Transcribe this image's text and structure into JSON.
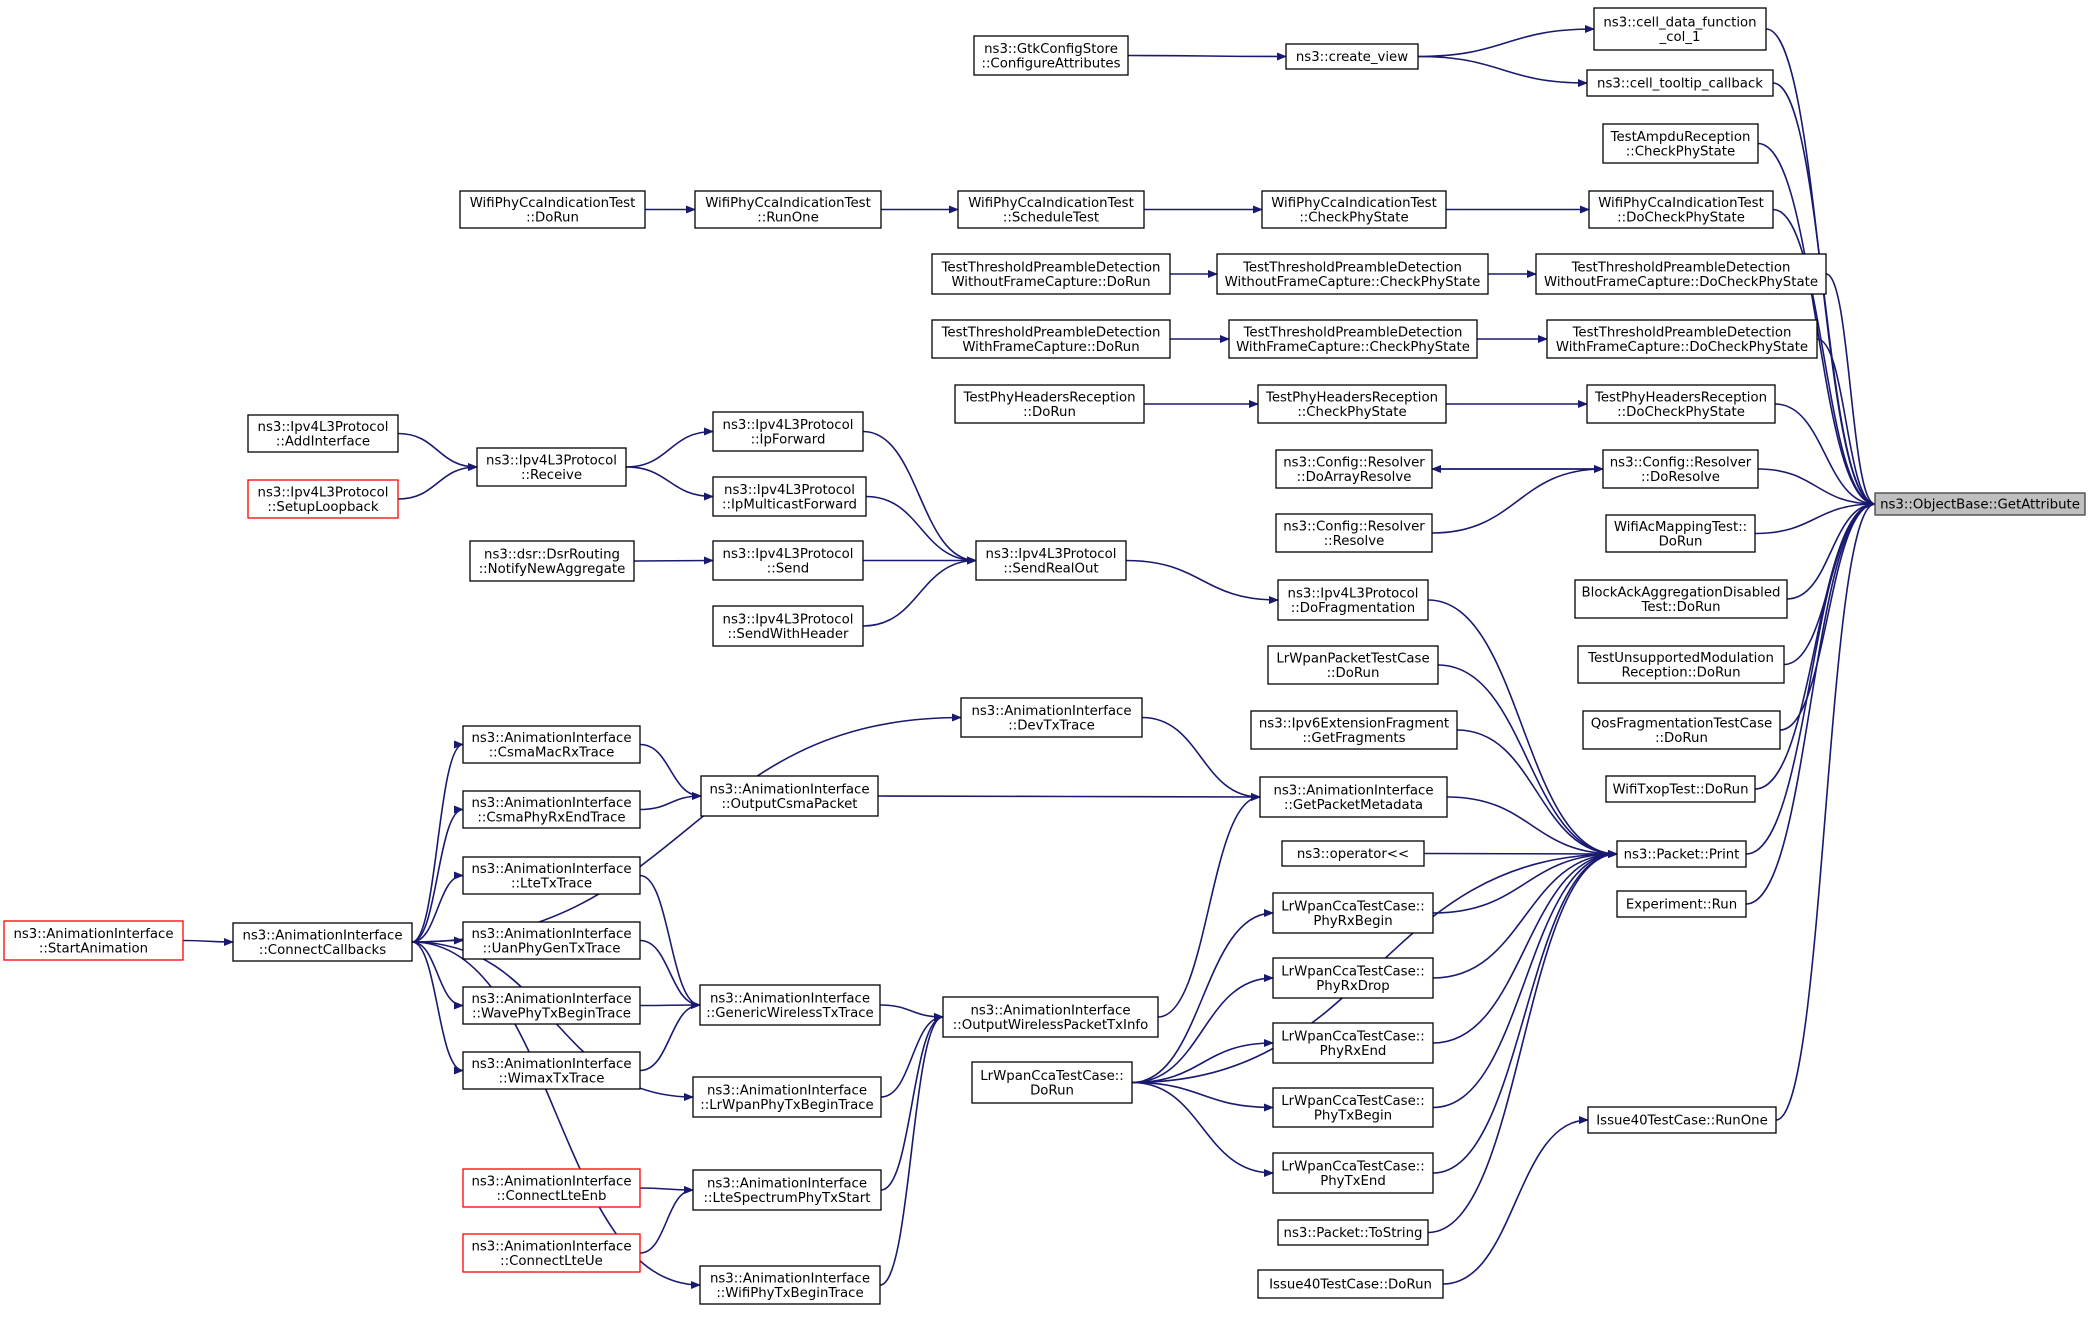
{
  "nodes": [
    {
      "id": "target",
      "lines": [
        "ns3::ObjectBase::GetAttribute"
      ],
      "style": "focus"
    },
    {
      "id": "cell_data",
      "lines": [
        "ns3::cell_data_function",
        "_col_1"
      ]
    },
    {
      "id": "cell_tooltip",
      "lines": [
        "ns3::cell_tooltip_callback"
      ]
    },
    {
      "id": "create_view",
      "lines": [
        "ns3::create_view"
      ]
    },
    {
      "id": "gtk",
      "lines": [
        "ns3::GtkConfigStore",
        "::ConfigureAttributes"
      ]
    },
    {
      "id": "ampdu",
      "lines": [
        "TestAmpduReception",
        "::CheckPhyState"
      ]
    },
    {
      "id": "wcca_docheck",
      "lines": [
        "WifiPhyCcaIndicationTest",
        "::DoCheckPhyState"
      ]
    },
    {
      "id": "wcca_check",
      "lines": [
        "WifiPhyCcaIndicationTest",
        "::CheckPhyState"
      ]
    },
    {
      "id": "wcca_sched",
      "lines": [
        "WifiPhyCcaIndicationTest",
        "::ScheduleTest"
      ]
    },
    {
      "id": "wcca_runone",
      "lines": [
        "WifiPhyCcaIndicationTest",
        "::RunOne"
      ]
    },
    {
      "id": "wcca_dorun",
      "lines": [
        "WifiPhyCcaIndicationTest",
        "::DoRun"
      ]
    },
    {
      "id": "tpd_wo_docheck",
      "lines": [
        "TestThresholdPreambleDetection",
        "WithoutFrameCapture::DoCheckPhyState"
      ]
    },
    {
      "id": "tpd_wo_check",
      "lines": [
        "TestThresholdPreambleDetection",
        "WithoutFrameCapture::CheckPhyState"
      ]
    },
    {
      "id": "tpd_wo_dorun",
      "lines": [
        "TestThresholdPreambleDetection",
        "WithoutFrameCapture::DoRun"
      ]
    },
    {
      "id": "tpd_w_docheck",
      "lines": [
        "TestThresholdPreambleDetection",
        "WithFrameCapture::DoCheckPhyState"
      ]
    },
    {
      "id": "tpd_w_check",
      "lines": [
        "TestThresholdPreambleDetection",
        "WithFrameCapture::CheckPhyState"
      ]
    },
    {
      "id": "tpd_w_dorun",
      "lines": [
        "TestThresholdPreambleDetection",
        "WithFrameCapture::DoRun"
      ]
    },
    {
      "id": "tphr_docheck",
      "lines": [
        "TestPhyHeadersReception",
        "::DoCheckPhyState"
      ]
    },
    {
      "id": "tphr_check",
      "lines": [
        "TestPhyHeadersReception",
        "::CheckPhyState"
      ]
    },
    {
      "id": "tphr_dorun",
      "lines": [
        "TestPhyHeadersReception",
        "::DoRun"
      ]
    },
    {
      "id": "cfg_doresolve",
      "lines": [
        "ns3::Config::Resolver",
        "::DoResolve"
      ]
    },
    {
      "id": "cfg_doarray",
      "lines": [
        "ns3::Config::Resolver",
        "::DoArrayResolve"
      ]
    },
    {
      "id": "cfg_resolve",
      "lines": [
        "ns3::Config::Resolver",
        "::Resolve"
      ]
    },
    {
      "id": "wifiac",
      "lines": [
        "WifiAcMappingTest::",
        "DoRun"
      ]
    },
    {
      "id": "blockack",
      "lines": [
        "BlockAckAggregationDisabled",
        "Test::DoRun"
      ]
    },
    {
      "id": "tunsup",
      "lines": [
        "TestUnsupportedModulation",
        "Reception::DoRun"
      ]
    },
    {
      "id": "qosfrag",
      "lines": [
        "QosFragmentationTestCase",
        "::DoRun"
      ]
    },
    {
      "id": "wifitxop",
      "lines": [
        "WifiTxopTest::DoRun"
      ]
    },
    {
      "id": "pkt_print",
      "lines": [
        "ns3::Packet::Print"
      ]
    },
    {
      "id": "experiment",
      "lines": [
        "Experiment::Run"
      ]
    },
    {
      "id": "issue40_runone",
      "lines": [
        "Issue40TestCase::RunOne"
      ]
    },
    {
      "id": "issue40_dorun",
      "lines": [
        "Issue40TestCase::DoRun"
      ]
    },
    {
      "id": "ipv4_addif",
      "lines": [
        "ns3::Ipv4L3Protocol",
        "::AddInterface"
      ]
    },
    {
      "id": "ipv4_setuplb",
      "lines": [
        "ns3::Ipv4L3Protocol",
        "::SetupLoopback"
      ],
      "style": "red"
    },
    {
      "id": "ipv4_receive",
      "lines": [
        "ns3::Ipv4L3Protocol",
        "::Receive"
      ]
    },
    {
      "id": "ipv4_ipfwd",
      "lines": [
        "ns3::Ipv4L3Protocol",
        "::IpForward"
      ]
    },
    {
      "id": "ipv4_ipmcast",
      "lines": [
        "ns3::Ipv4L3Protocol",
        "::IpMulticastForward"
      ]
    },
    {
      "id": "dsr",
      "lines": [
        "ns3::dsr::DsrRouting",
        "::NotifyNewAggregate"
      ]
    },
    {
      "id": "ipv4_send",
      "lines": [
        "ns3::Ipv4L3Protocol",
        "::Send"
      ]
    },
    {
      "id": "ipv4_sendhdr",
      "lines": [
        "ns3::Ipv4L3Protocol",
        "::SendWithHeader"
      ]
    },
    {
      "id": "ipv4_sendrealout",
      "lines": [
        "ns3::Ipv4L3Protocol",
        "::SendRealOut"
      ]
    },
    {
      "id": "ipv4_dofrag",
      "lines": [
        "ns3::Ipv4L3Protocol",
        "::DoFragmentation"
      ]
    },
    {
      "id": "lrpkt",
      "lines": [
        "LrWpanPacketTestCase",
        "::DoRun"
      ]
    },
    {
      "id": "ipv6frag",
      "lines": [
        "ns3::Ipv6ExtensionFragment",
        "::GetFragments"
      ]
    },
    {
      "id": "getpktmeta",
      "lines": [
        "ns3::AnimationInterface",
        "::GetPacketMetadata"
      ]
    },
    {
      "id": "operator",
      "lines": [
        "ns3::operator<<"
      ]
    },
    {
      "id": "lr_phyrxbegin",
      "lines": [
        "LrWpanCcaTestCase::",
        "PhyRxBegin"
      ]
    },
    {
      "id": "lr_phyrxdrop",
      "lines": [
        "LrWpanCcaTestCase::",
        "PhyRxDrop"
      ]
    },
    {
      "id": "lr_phyrxend",
      "lines": [
        "LrWpanCcaTestCase::",
        "PhyRxEnd"
      ]
    },
    {
      "id": "lr_phytxbegin",
      "lines": [
        "LrWpanCcaTestCase::",
        "PhyTxBegin"
      ]
    },
    {
      "id": "lr_phytxend",
      "lines": [
        "LrWpanCcaTestCase::",
        "PhyTxEnd"
      ]
    },
    {
      "id": "pkt_tostring",
      "lines": [
        "ns3::Packet::ToString"
      ]
    },
    {
      "id": "lrcca_dorun",
      "lines": [
        "LrWpanCcaTestCase::",
        "DoRun"
      ]
    },
    {
      "id": "ai_devtx",
      "lines": [
        "ns3::AnimationInterface",
        "::DevTxTrace"
      ]
    },
    {
      "id": "ai_csmamacrx",
      "lines": [
        "ns3::AnimationInterface",
        "::CsmaMacRxTrace"
      ]
    },
    {
      "id": "ai_csmaphyrx",
      "lines": [
        "ns3::AnimationInterface",
        "::CsmaPhyRxEndTrace"
      ]
    },
    {
      "id": "ai_outcsma",
      "lines": [
        "ns3::AnimationInterface",
        "::OutputCsmaPacket"
      ]
    },
    {
      "id": "ai_ltetx",
      "lines": [
        "ns3::AnimationInterface",
        "::LteTxTrace"
      ]
    },
    {
      "id": "ai_uantx",
      "lines": [
        "ns3::AnimationInterface",
        "::UanPhyGenTxTrace"
      ]
    },
    {
      "id": "ai_wavetx",
      "lines": [
        "ns3::AnimationInterface",
        "::WavePhyTxBeginTrace"
      ]
    },
    {
      "id": "ai_wimaxtx",
      "lines": [
        "ns3::AnimationInterface",
        "::WimaxTxTrace"
      ]
    },
    {
      "id": "ai_genwl",
      "lines": [
        "ns3::AnimationInterface",
        "::GenericWirelessTxTrace"
      ]
    },
    {
      "id": "ai_outwl",
      "lines": [
        "ns3::AnimationInterface",
        "::OutputWirelessPacketTxInfo"
      ]
    },
    {
      "id": "ai_lrwpantx",
      "lines": [
        "ns3::AnimationInterface",
        "::LrWpanPhyTxBeginTrace"
      ]
    },
    {
      "id": "ai_connlteenb",
      "lines": [
        "ns3::AnimationInterface",
        "::ConnectLteEnb"
      ],
      "style": "red"
    },
    {
      "id": "ai_connlteue",
      "lines": [
        "ns3::AnimationInterface",
        "::ConnectLteUe"
      ],
      "style": "red"
    },
    {
      "id": "ai_ltespec",
      "lines": [
        "ns3::AnimationInterface",
        "::LteSpectrumPhyTxStart"
      ]
    },
    {
      "id": "ai_wifitx",
      "lines": [
        "ns3::AnimationInterface",
        "::WifiPhyTxBeginTrace"
      ]
    },
    {
      "id": "ai_conncb",
      "lines": [
        "ns3::AnimationInterface",
        "::ConnectCallbacks"
      ]
    },
    {
      "id": "ai_startanim",
      "lines": [
        "ns3::AnimationInterface",
        "::StartAnimation"
      ],
      "style": "red"
    }
  ],
  "edges": [
    [
      "cell_data",
      "target"
    ],
    [
      "cell_tooltip",
      "target"
    ],
    [
      "ampdu",
      "target"
    ],
    [
      "wcca_docheck",
      "target"
    ],
    [
      "tpd_wo_docheck",
      "target"
    ],
    [
      "tpd_w_docheck",
      "target"
    ],
    [
      "tphr_docheck",
      "target"
    ],
    [
      "cfg_doresolve",
      "target"
    ],
    [
      "wifiac",
      "target"
    ],
    [
      "blockack",
      "target"
    ],
    [
      "tunsup",
      "target"
    ],
    [
      "qosfrag",
      "target"
    ],
    [
      "wifitxop",
      "target"
    ],
    [
      "pkt_print",
      "target"
    ],
    [
      "experiment",
      "target"
    ],
    [
      "issue40_runone",
      "target"
    ],
    [
      "create_view",
      "cell_data"
    ],
    [
      "create_view",
      "cell_tooltip"
    ],
    [
      "gtk",
      "create_view"
    ],
    [
      "wcca_check",
      "wcca_docheck"
    ],
    [
      "wcca_sched",
      "wcca_check"
    ],
    [
      "wcca_runone",
      "wcca_sched"
    ],
    [
      "wcca_dorun",
      "wcca_runone"
    ],
    [
      "tpd_wo_check",
      "tpd_wo_docheck"
    ],
    [
      "tpd_wo_dorun",
      "tpd_wo_check"
    ],
    [
      "tpd_w_check",
      "tpd_w_docheck"
    ],
    [
      "tpd_w_dorun",
      "tpd_w_check"
    ],
    [
      "tphr_check",
      "tphr_docheck"
    ],
    [
      "tphr_dorun",
      "tphr_check"
    ],
    [
      "cfg_doarray",
      "cfg_doresolve"
    ],
    [
      "cfg_doresolve",
      "cfg_doarray"
    ],
    [
      "cfg_resolve",
      "cfg_doresolve"
    ],
    [
      "issue40_dorun",
      "issue40_runone"
    ],
    [
      "ipv4_dofrag",
      "pkt_print"
    ],
    [
      "lrpkt",
      "pkt_print"
    ],
    [
      "ipv6frag",
      "pkt_print"
    ],
    [
      "getpktmeta",
      "pkt_print"
    ],
    [
      "operator",
      "pkt_print"
    ],
    [
      "lr_phyrxbegin",
      "pkt_print"
    ],
    [
      "lr_phyrxdrop",
      "pkt_print"
    ],
    [
      "lr_phyrxend",
      "pkt_print"
    ],
    [
      "lr_phytxbegin",
      "pkt_print"
    ],
    [
      "lr_phytxend",
      "pkt_print"
    ],
    [
      "pkt_tostring",
      "pkt_print"
    ],
    [
      "lrcca_dorun",
      "pkt_print"
    ],
    [
      "ipv4_sendrealout",
      "ipv4_dofrag"
    ],
    [
      "ipv4_ipfwd",
      "ipv4_sendrealout"
    ],
    [
      "ipv4_ipmcast",
      "ipv4_sendrealout"
    ],
    [
      "ipv4_send",
      "ipv4_sendrealout"
    ],
    [
      "ipv4_sendhdr",
      "ipv4_sendrealout"
    ],
    [
      "ipv4_receive",
      "ipv4_ipfwd"
    ],
    [
      "ipv4_receive",
      "ipv4_ipmcast"
    ],
    [
      "ipv4_addif",
      "ipv4_receive"
    ],
    [
      "ipv4_setuplb",
      "ipv4_receive"
    ],
    [
      "dsr",
      "ipv4_send"
    ],
    [
      "ai_devtx",
      "getpktmeta"
    ],
    [
      "ai_outcsma",
      "getpktmeta"
    ],
    [
      "ai_outwl",
      "getpktmeta"
    ],
    [
      "lrcca_dorun",
      "lr_phyrxbegin"
    ],
    [
      "lrcca_dorun",
      "lr_phyrxdrop"
    ],
    [
      "lrcca_dorun",
      "lr_phyrxend"
    ],
    [
      "lrcca_dorun",
      "lr_phytxbegin"
    ],
    [
      "lrcca_dorun",
      "lr_phytxend"
    ],
    [
      "ai_csmamacrx",
      "ai_outcsma"
    ],
    [
      "ai_csmaphyrx",
      "ai_outcsma"
    ],
    [
      "ai_ltetx",
      "ai_genwl"
    ],
    [
      "ai_uantx",
      "ai_genwl"
    ],
    [
      "ai_wavetx",
      "ai_genwl"
    ],
    [
      "ai_wimaxtx",
      "ai_genwl"
    ],
    [
      "ai_genwl",
      "ai_outwl"
    ],
    [
      "ai_lrwpantx",
      "ai_outwl"
    ],
    [
      "ai_ltespec",
      "ai_outwl"
    ],
    [
      "ai_wifitx",
      "ai_outwl"
    ],
    [
      "ai_connlteenb",
      "ai_ltespec"
    ],
    [
      "ai_connlteue",
      "ai_ltespec"
    ],
    [
      "ai_conncb",
      "ai_devtx"
    ],
    [
      "ai_conncb",
      "ai_csmamacrx"
    ],
    [
      "ai_conncb",
      "ai_csmaphyrx"
    ],
    [
      "ai_conncb",
      "ai_ltetx"
    ],
    [
      "ai_conncb",
      "ai_uantx"
    ],
    [
      "ai_conncb",
      "ai_wavetx"
    ],
    [
      "ai_conncb",
      "ai_wimaxtx"
    ],
    [
      "ai_conncb",
      "ai_lrwpantx"
    ],
    [
      "ai_conncb",
      "ai_wifitx"
    ],
    [
      "ai_startanim",
      "ai_conncb"
    ]
  ]
}
